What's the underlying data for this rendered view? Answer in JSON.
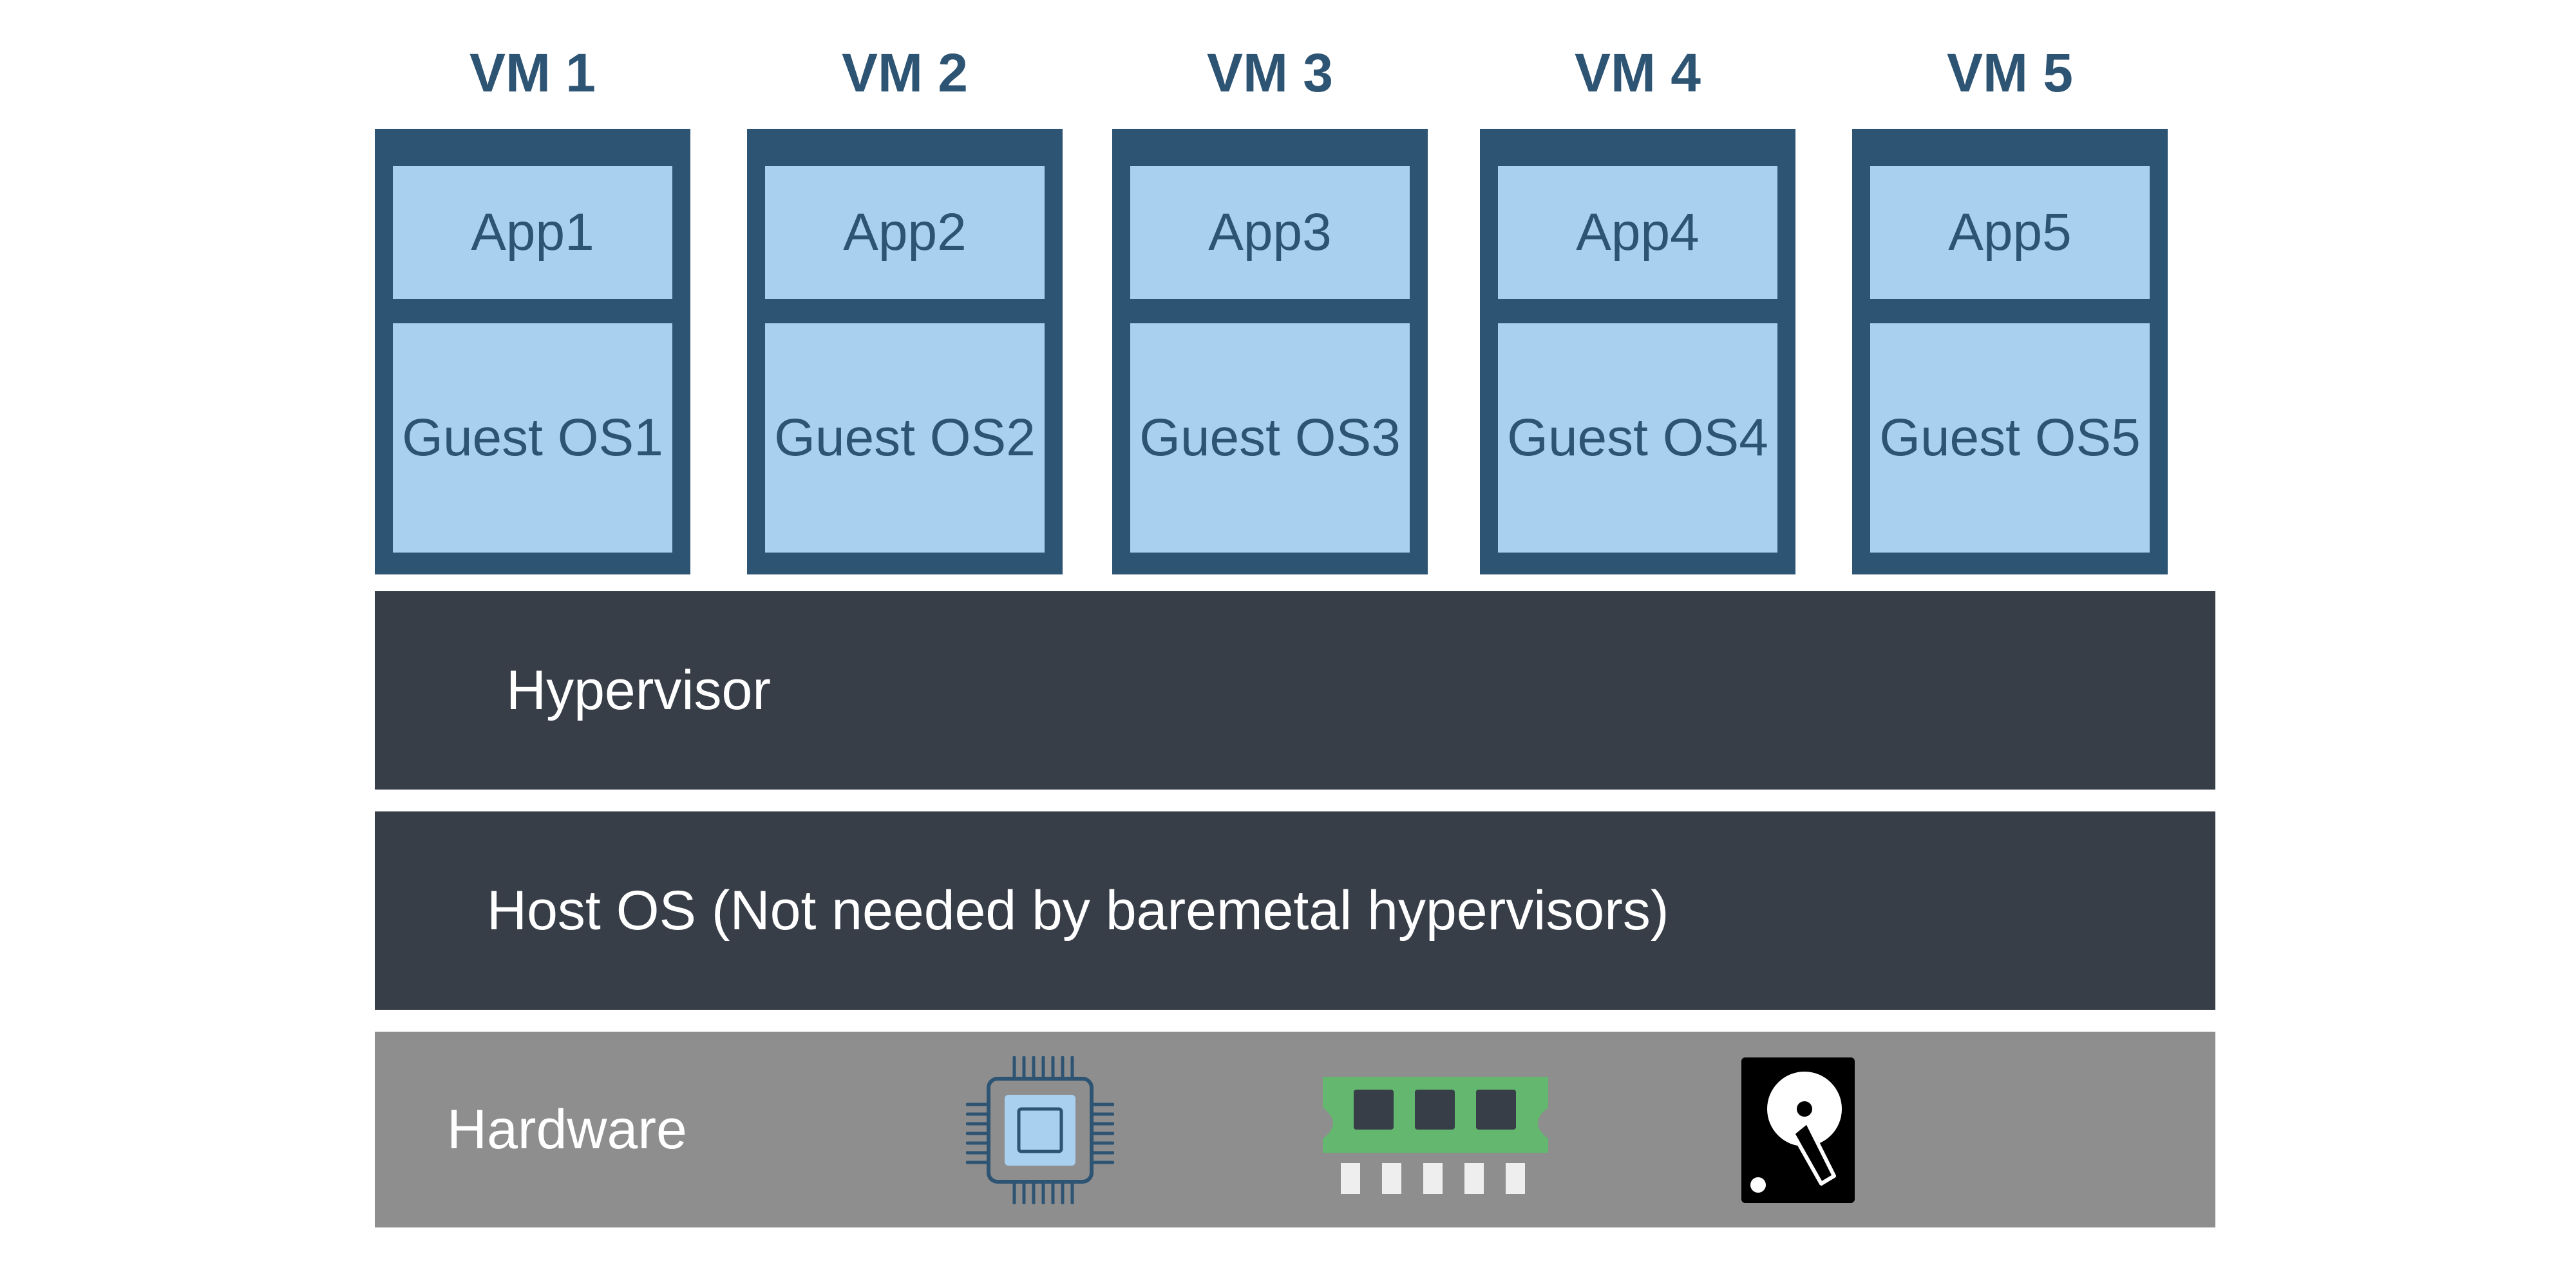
{
  "vms": [
    {
      "title": "VM 1",
      "app": "App1",
      "os": "Guest OS1"
    },
    {
      "title": "VM 2",
      "app": "App2",
      "os": "Guest OS2"
    },
    {
      "title": "VM 3",
      "app": "App3",
      "os": "Guest OS3"
    },
    {
      "title": "VM 4",
      "app": "App4",
      "os": "Guest OS4"
    },
    {
      "title": "VM 5",
      "app": "App5",
      "os": "Guest OS5"
    }
  ],
  "layers": {
    "hypervisor": "Hypervisor",
    "host_os": "Host OS (Not needed by baremetal hypervisors)",
    "hardware": "Hardware"
  },
  "hardware_icons": [
    "cpu-icon",
    "ram-icon",
    "hard-drive-icon"
  ],
  "colors": {
    "vm_frame": "#2e5474",
    "vm_box": "#aad0f0",
    "dark_layer": "#373e48",
    "hardware_layer": "#8e8e8e",
    "ram_green": "#63b76e"
  }
}
